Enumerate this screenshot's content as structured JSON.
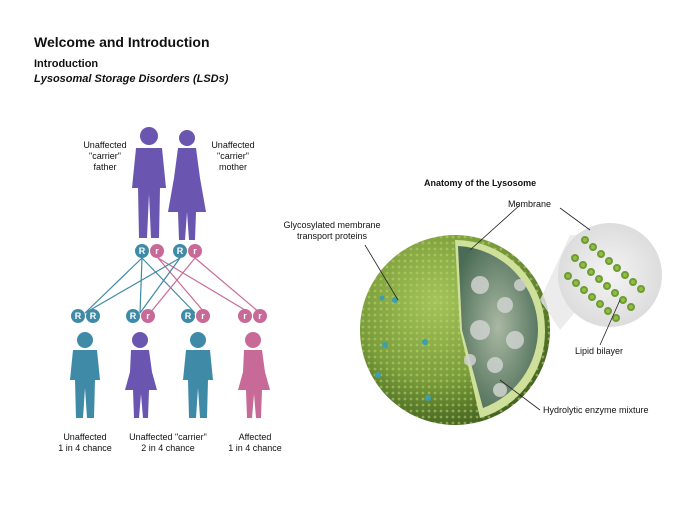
{
  "header": {
    "title": "Welcome and Introduction",
    "section": "Introduction",
    "subtitle": "Lysosomal Storage Disorders (LSDs)"
  },
  "inheritance": {
    "father_label": "Unaffected \"carrier\" father",
    "mother_label": "Unaffected \"carrier\" mother",
    "father_alleles": [
      "R",
      "r"
    ],
    "mother_alleles": [
      "R",
      "r"
    ],
    "children": [
      {
        "alleles": [
          "R",
          "R"
        ],
        "label_1": "Unaffected",
        "label_2": "1 in 4 chance",
        "color": "#3f8aa7"
      },
      {
        "alleles": [
          "R",
          "r"
        ],
        "label_1": "Unaffected \"carrier\"",
        "label_2": "2 in 4 chance",
        "color": "#6a56b0"
      },
      {
        "alleles": [
          "R",
          "r"
        ],
        "label_1": "",
        "label_2": "",
        "color": "#3f8aa7"
      },
      {
        "alleles": [
          "r",
          "r"
        ],
        "label_1": "Affected",
        "label_2": "1 in 4 chance",
        "color": "#c86a97"
      }
    ],
    "colors": {
      "dominant": "#3f8aa7",
      "recessive": "#c86a97",
      "parent": "#6a56b0"
    }
  },
  "lysosome": {
    "title": "Anatomy of the Lysosome",
    "labels": {
      "transport_1": "Glycosylated membrane",
      "transport_2": "transport proteins",
      "membrane": "Membrane",
      "lipid": "Lipid bilayer",
      "enzyme": "Hydrolytic enzyme mixture"
    },
    "colors": {
      "outer": "#7a9c3a",
      "inner": "#5f7f6a",
      "dots": "#3aa0b0"
    }
  }
}
